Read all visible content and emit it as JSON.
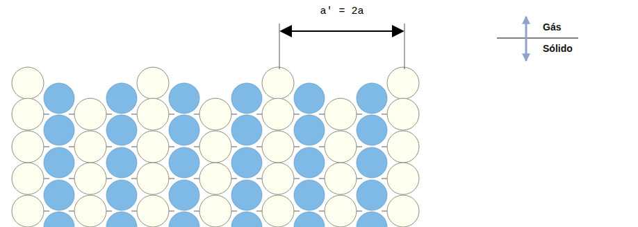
{
  "diagram": {
    "labels": [
      "a' = 2a",
      "Gás",
      "Sólido"
    ]
  }
}
